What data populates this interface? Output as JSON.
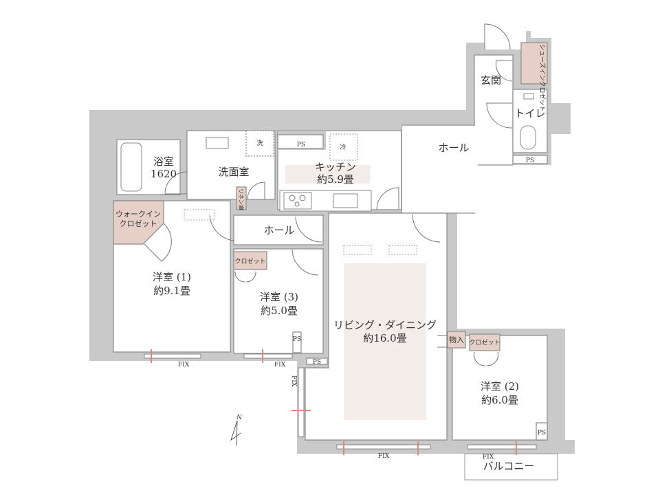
{
  "rooms": {
    "bath": {
      "name": "浴室",
      "size": "1620"
    },
    "washroom": {
      "name": "洗面室"
    },
    "washer": "洗",
    "fridge": "冷",
    "kitchen": {
      "name": "キッチン",
      "area": "約5.9畳"
    },
    "hall_north": "ホール",
    "hall_center": "ホール",
    "entrance": "玄関",
    "toilet": "トイレ",
    "shoes_closet": "シューズインクロゼット",
    "wic": [
      "ウォークイン",
      "クロゼット"
    ],
    "linen": "リネン庫",
    "room1": {
      "name": "洋室 (1)",
      "area": "約9.1畳"
    },
    "room3": {
      "name": "洋室 (3)",
      "area": "約5.0畳"
    },
    "room3_closet": "クロゼット",
    "living": {
      "name": "リビング・ダイニング",
      "area": "約16.0畳"
    },
    "storage": "物入",
    "room2_closet": "クロゼット",
    "room2": {
      "name": "洋室 (2)",
      "area": "約6.0畳"
    },
    "balcony": "バルコニー"
  },
  "ps_labels": [
    "PS",
    "PS",
    "PS",
    "PS",
    "PS"
  ],
  "fix_labels": [
    "FIX",
    "FIX",
    "FIX",
    "FIX",
    "FIX"
  ],
  "compass": "N"
}
